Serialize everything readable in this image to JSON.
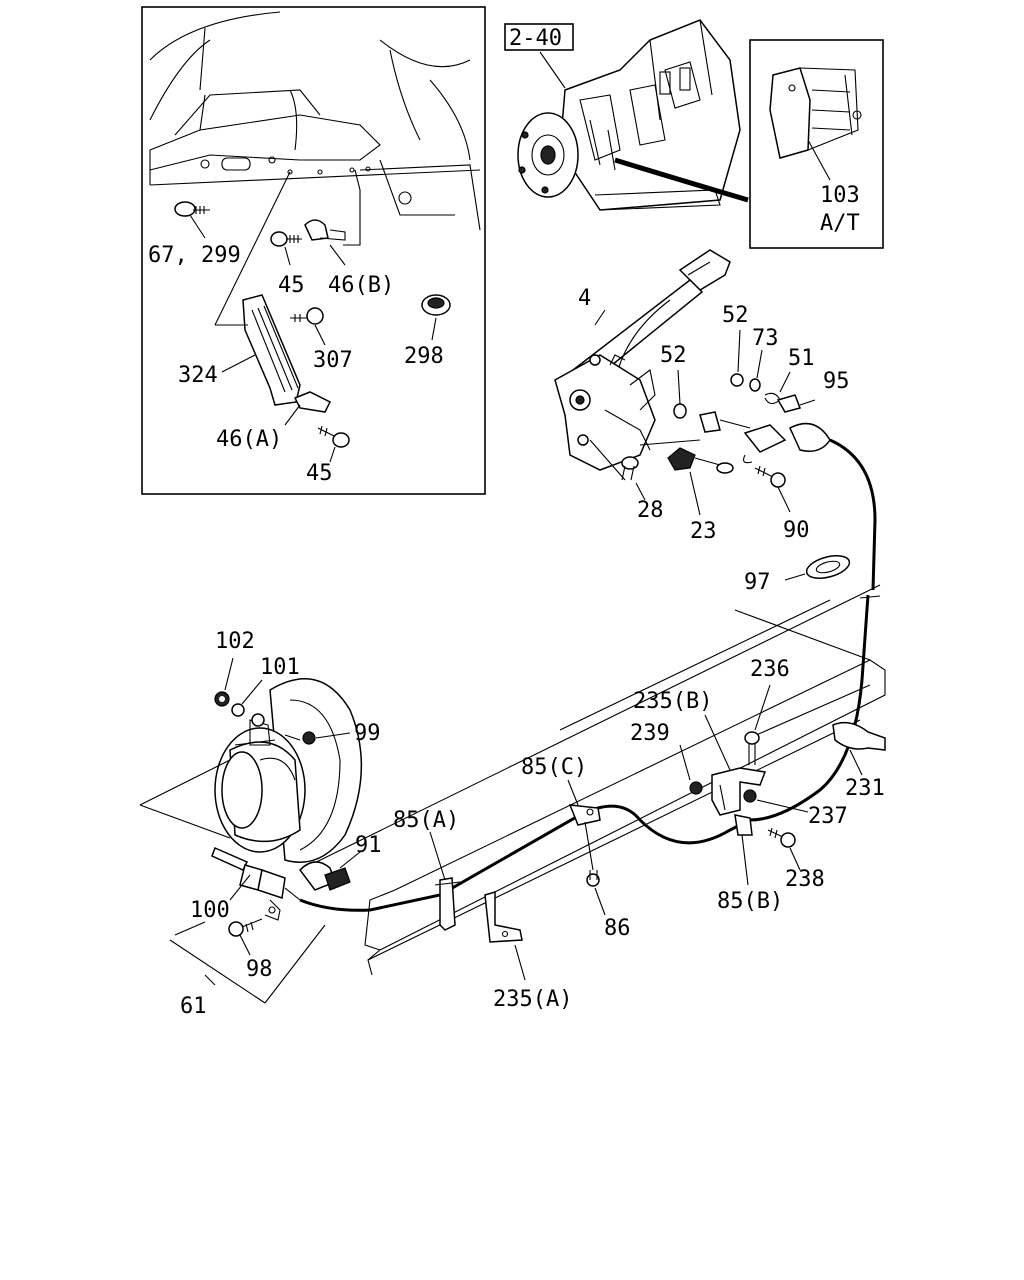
{
  "labels": {
    "ref_2_40": "2-40",
    "p103": "103",
    "at": "A/T",
    "p67_299": "67, 299",
    "p45_top": "45",
    "p46b": "46(B)",
    "p298": "298",
    "p307": "307",
    "p324": "324",
    "p46a": "46(A)",
    "p45_bot": "45",
    "p4": "4",
    "p52_a": "52",
    "p73": "73",
    "p52_b": "52",
    "p51": "51",
    "p95": "95",
    "p28": "28",
    "p23": "23",
    "p90": "90",
    "p97": "97",
    "p102": "102",
    "p101": "101",
    "p99": "99",
    "p236": "236",
    "p235b": "235(B)",
    "p239": "239",
    "p85c": "85(C)",
    "p231": "231",
    "p237": "237",
    "p85a": "85(A)",
    "p91": "91",
    "p238": "238",
    "p85b": "85(B)",
    "p86": "86",
    "p100": "100",
    "p98": "98",
    "p61": "61",
    "p235a": "235(A)"
  }
}
